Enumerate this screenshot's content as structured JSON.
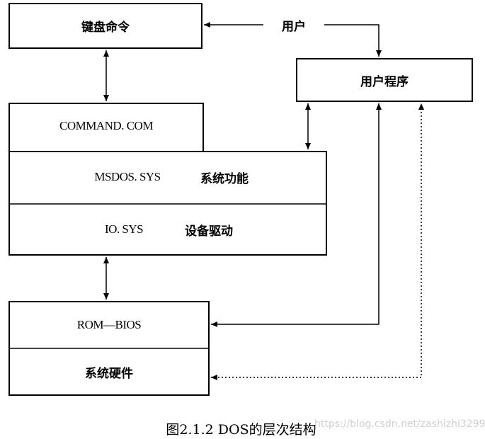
{
  "diagram": {
    "keyboard_command": "键盘命令",
    "user": "用户",
    "user_program": "用户程序",
    "command_com": "COMMAND. COM",
    "msdos_sys": "MSDOS. SYS",
    "system_function": "系统功能",
    "io_sys": "IO. SYS",
    "device_driver": "设备驱动",
    "rom_bios": "ROM—BIOS",
    "system_hardware": "系统硬件"
  },
  "caption": "图2.1.2 DOS的层次结构",
  "watermark": "https://blog.csdn.net/zashizhi3299"
}
